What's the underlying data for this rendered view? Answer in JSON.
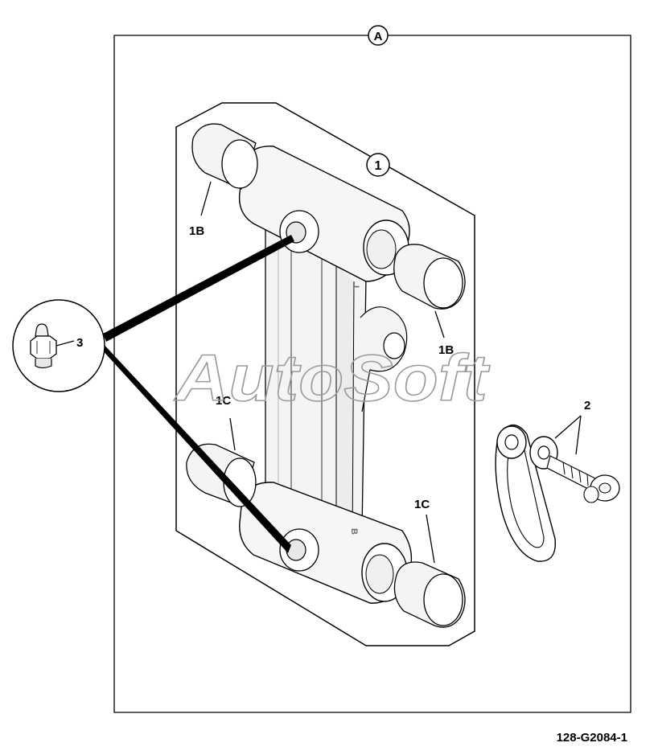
{
  "diagram": {
    "figure_id": "128-G2084-1",
    "view_label": "A",
    "callouts": {
      "assembly": "1",
      "bushing_upper_left": "1B",
      "bushing_upper_right": "1B",
      "bushing_lower_left": "1C",
      "bushing_lower_right": "1C",
      "shackle": "2",
      "grease_fitting": "3"
    },
    "stamps": {
      "upper": "L",
      "lower": "B"
    },
    "watermark": "AutoSoft"
  }
}
